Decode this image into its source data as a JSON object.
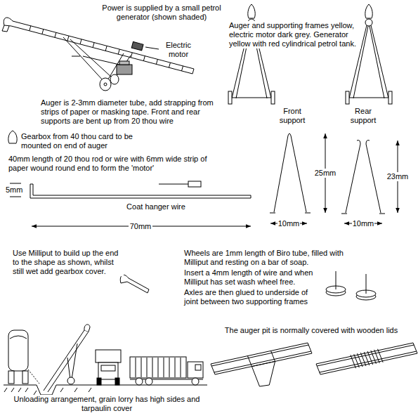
{
  "diagram": {
    "labels": [
      "Power is supplied by a small petrol generator (shown shaded)",
      "Electric motor",
      "Auger and supporting frames yellow, electric motor dark grey. Generator yellow with red cylindrical petrol tank.",
      "Auger is 2-3mm diameter tube, add strapping from strips of paper or masking tape. Front and rear supports are bent up from 20 thou wire",
      "Front support",
      "Rear support",
      "Gearbox from 40 thou card to be mounted on end of auger",
      "40mm length of 20 thou rod or wire with 6mm wide strip of paper wound round end to form the 'motor'",
      "25mm",
      "23mm",
      "5mm",
      "Coat hanger wire",
      "10mm",
      "10mm",
      "70mm",
      "Use Milliput to build up the end to the shape as shown, whilst still wet add gearbox cover.",
      "Wheels are 1mm length of Biro tube, filled with Milliput and resting on a bar of soap.",
      "Insert a 4mm length of wire and when Milliput has set wash wheel free.",
      "Axles are then glued to underside of joint between two supporting frames",
      "The auger pit is normally covered with wooden lids",
      "Unloading arrangement, grain lorry has high sides and tarpaulin cover"
    ]
  }
}
